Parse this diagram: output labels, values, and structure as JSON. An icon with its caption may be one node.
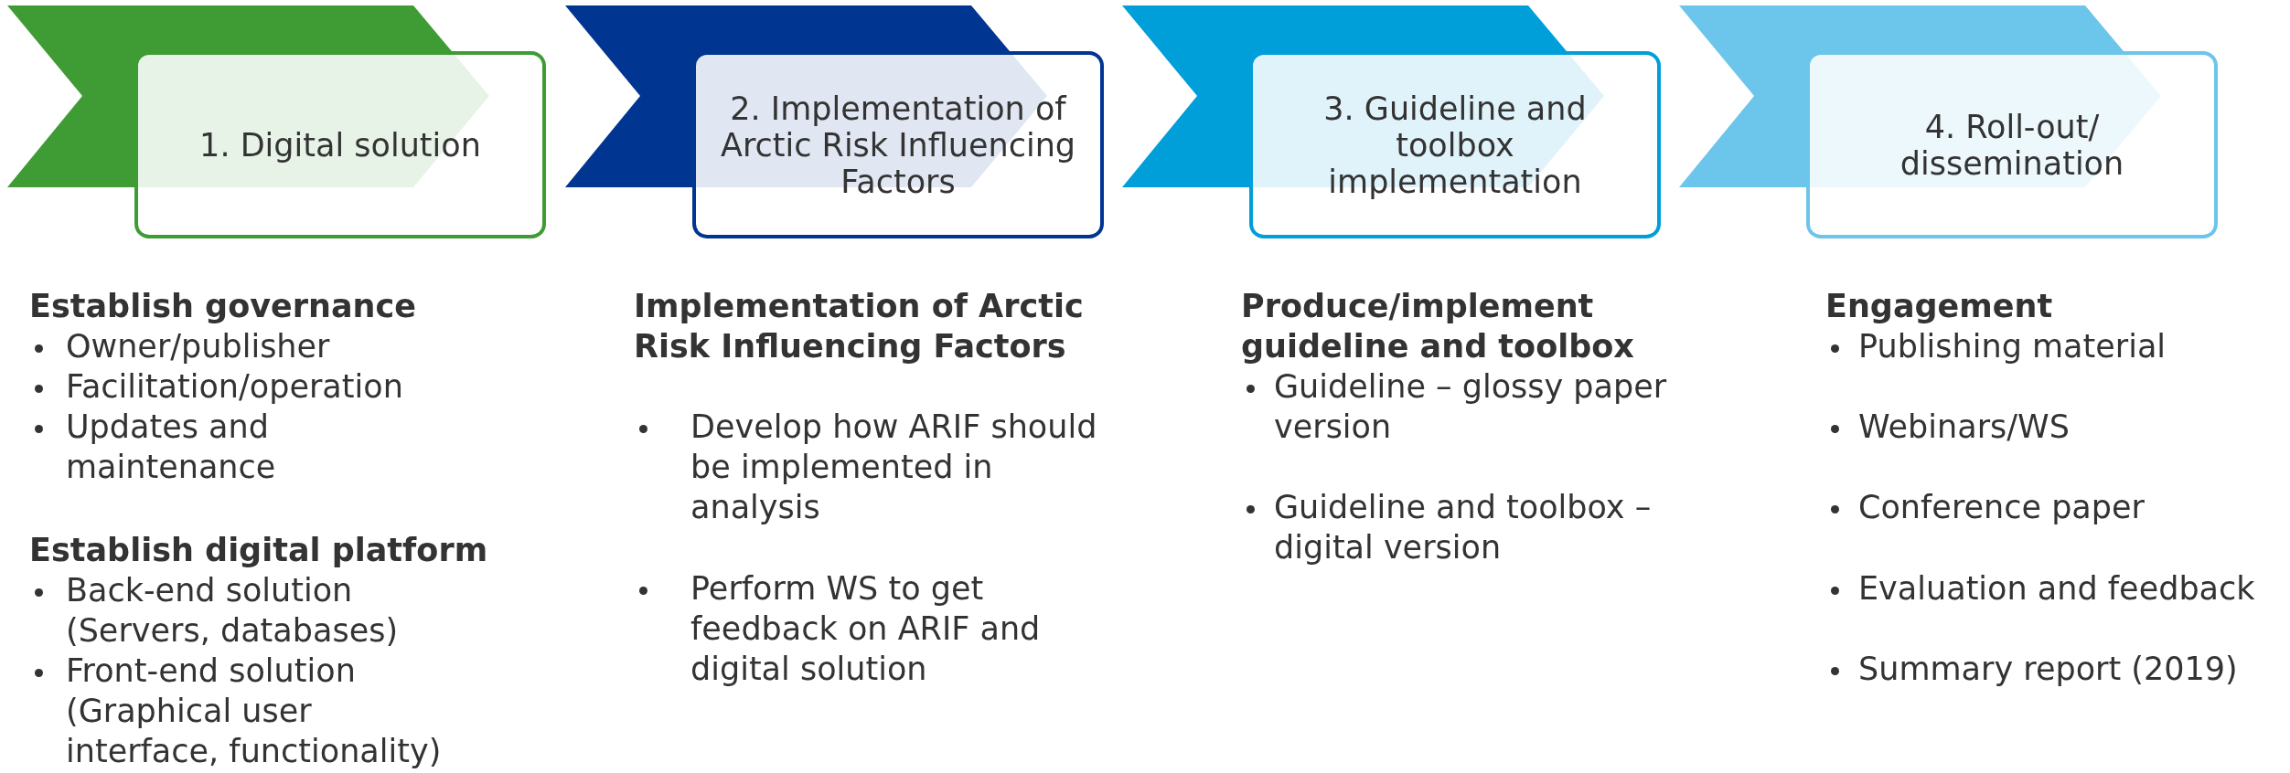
{
  "diagram": {
    "nodes": [
      {
        "text": [
          "1. Digital solution"
        ]
      },
      {
        "text": [
          "2. Implementation of Arctic Risk Influencing Factors"
        ]
      },
      {
        "text": [
          "3. Guideline and toolbox implementation"
        ]
      },
      {
        "text": [
          "4. Roll-out/ dissemination"
        ]
      }
    ],
    "labels": [
      "Establish governance",
      "Owner/publisher",
      "Facilitation/operation",
      "Updates and maintenance",
      "Establish digital platform",
      "Back-end solution (Servers, databases)",
      "Front-end solution (Graphical user interface, functionality)",
      "Implementation of Arctic Risk Influencing Factors",
      "Develop how ARIF should be implemented in analysis",
      "Perform WS to get feedback on ARIF and digital solution",
      "Produce/implement guideline and toolbox",
      "Guideline – glossy paper version",
      "Guideline and toolbox – digital version",
      "Engagement",
      "Publishing material",
      "Webinars/WS",
      "Conference paper",
      "Evaluation and feedback",
      "Summary report (2019)"
    ]
  }
}
